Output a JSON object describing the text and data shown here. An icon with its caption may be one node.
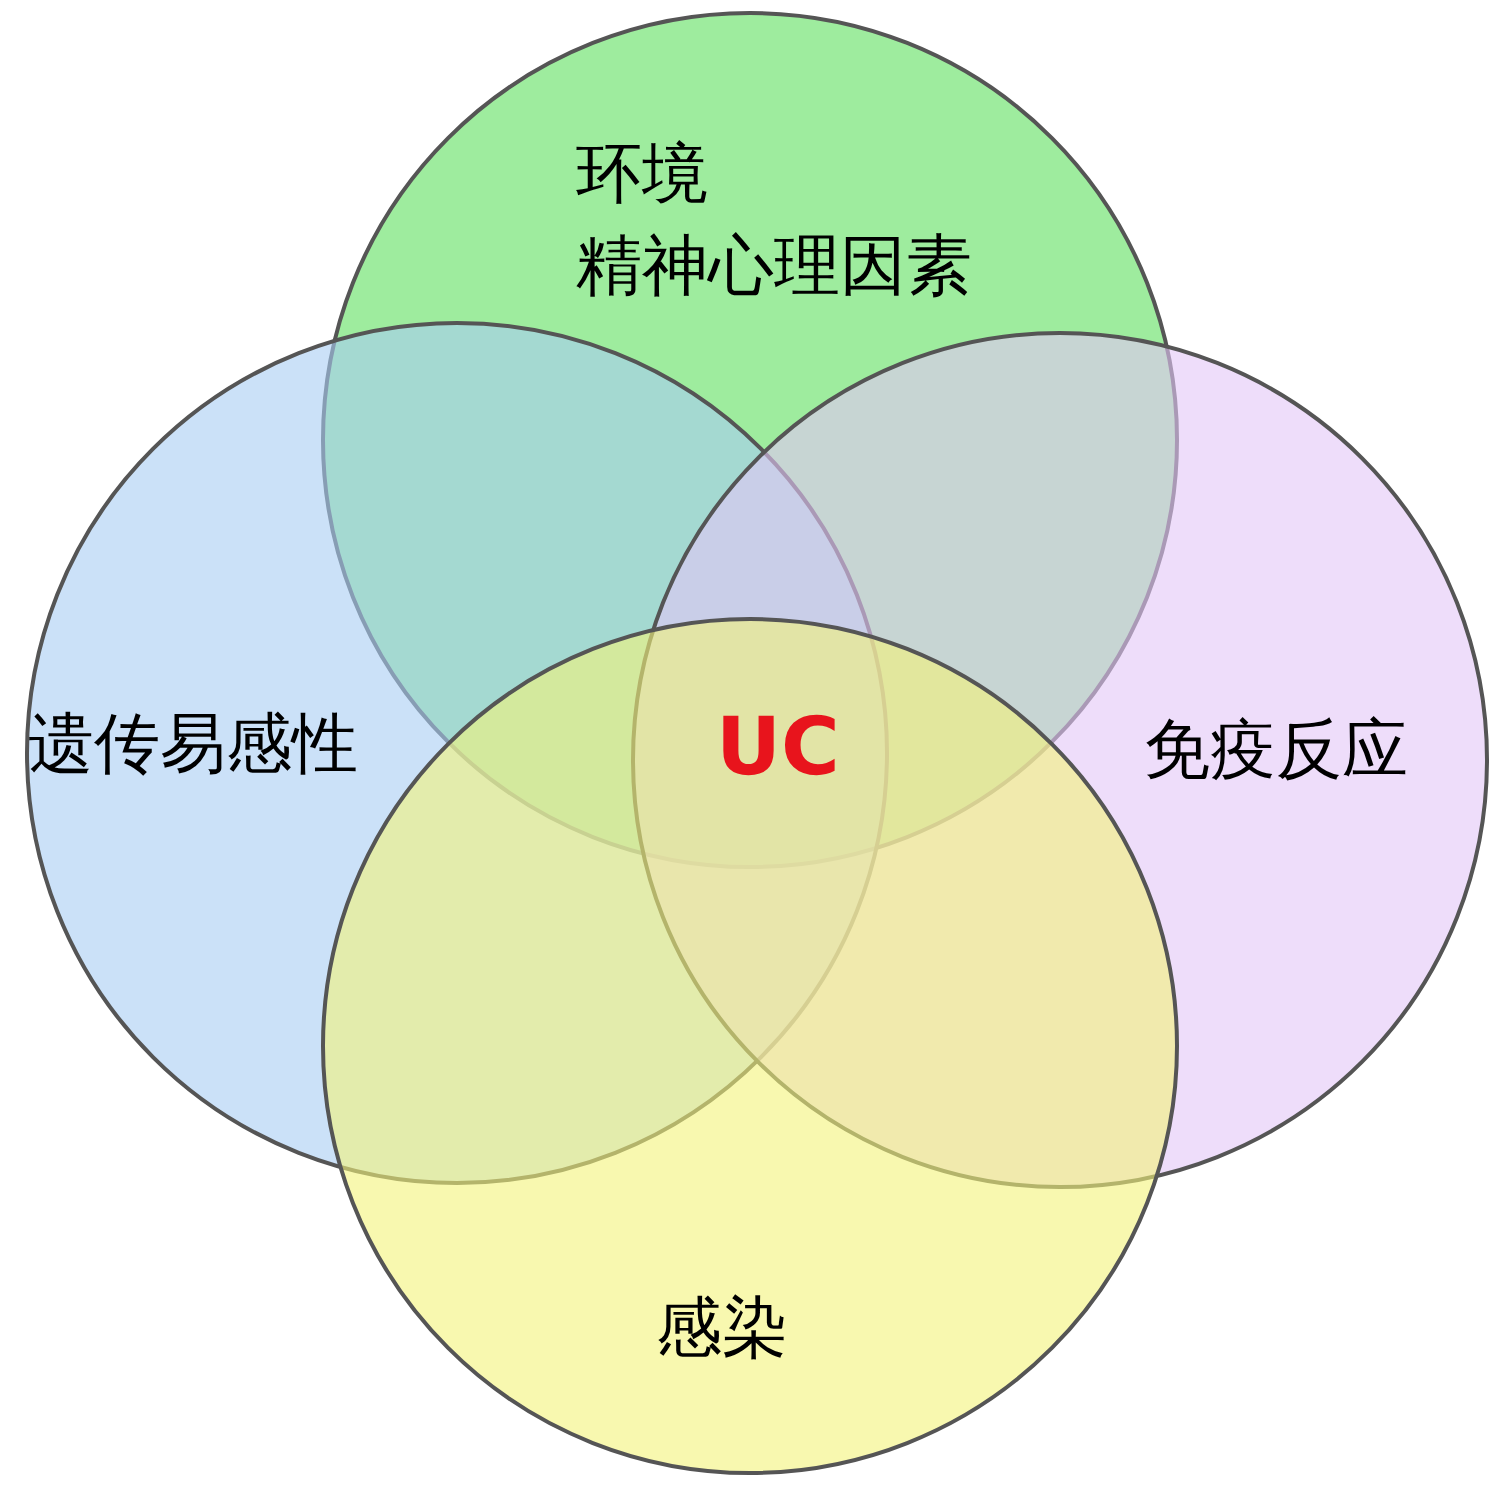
{
  "diagram": {
    "nodes": [
      {
        "text": [
          "环境",
          "精神心理因素"
        ]
      },
      {
        "text": [
          "遗传易感性"
        ]
      },
      {
        "text": [
          "免疫反应"
        ]
      },
      {
        "text": [
          "感染"
        ]
      }
    ],
    "labels": [
      "UC"
    ]
  }
}
